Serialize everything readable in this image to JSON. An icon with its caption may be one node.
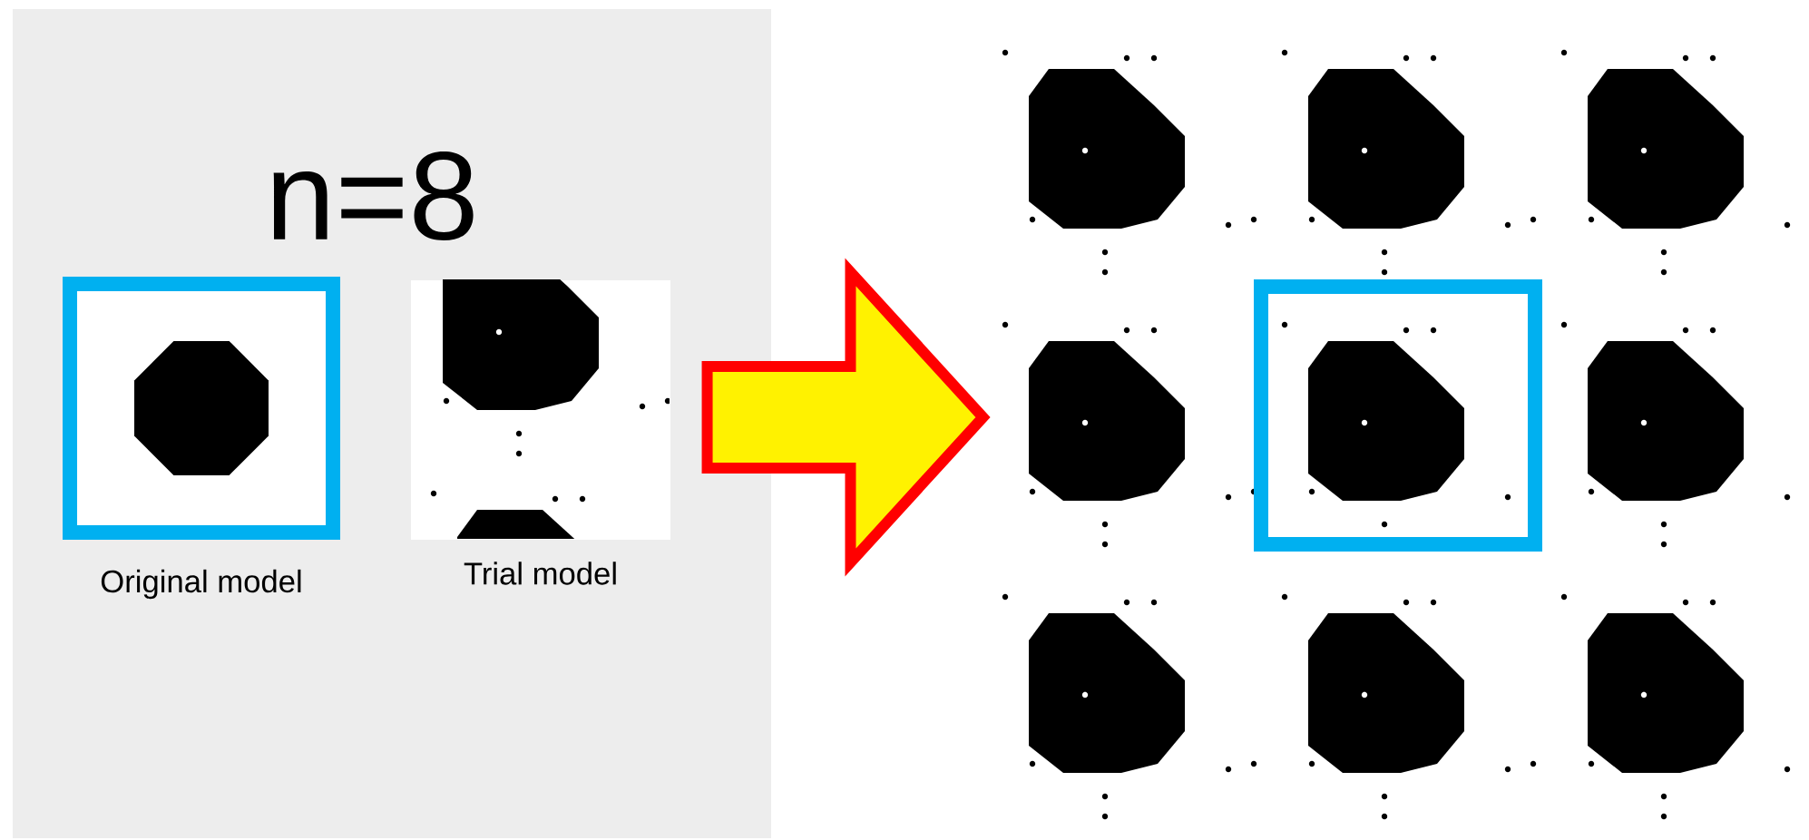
{
  "diagram": {
    "title": "n=8",
    "nodes": [
      {
        "text": [
          "Original model"
        ]
      },
      {
        "text": [
          "Trial model"
        ]
      },
      {
        "text": [],
        "shape": "picture"
      }
    ],
    "edges": [
      {
        "from": 1,
        "to": 2,
        "arrow": "to"
      }
    ]
  }
}
